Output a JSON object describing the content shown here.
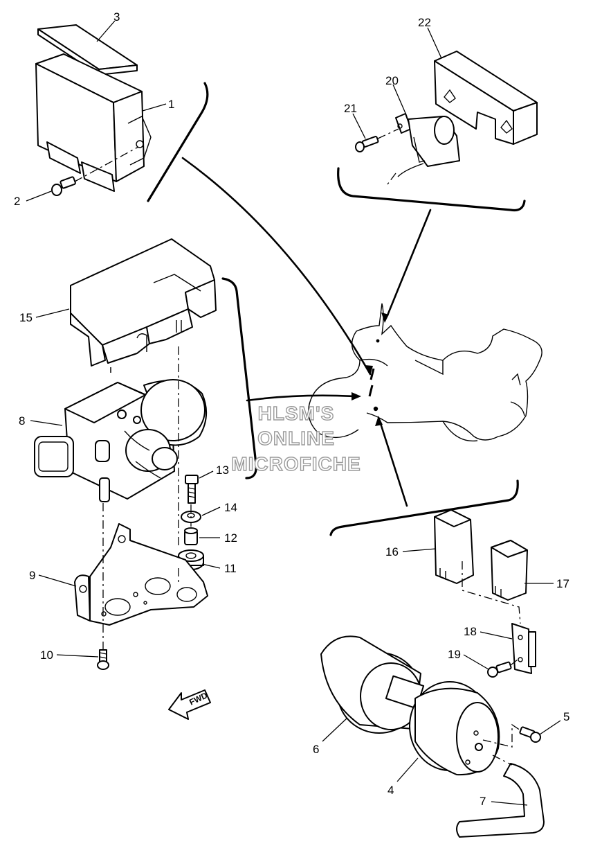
{
  "diagram": {
    "callouts": [
      {
        "num": "1"
      },
      {
        "num": "2"
      },
      {
        "num": "3"
      },
      {
        "num": "4"
      },
      {
        "num": "5"
      },
      {
        "num": "6"
      },
      {
        "num": "7"
      },
      {
        "num": "8"
      },
      {
        "num": "9"
      },
      {
        "num": "10"
      },
      {
        "num": "11"
      },
      {
        "num": "12"
      },
      {
        "num": "13"
      },
      {
        "num": "14"
      },
      {
        "num": "15"
      },
      {
        "num": "16"
      },
      {
        "num": "17"
      },
      {
        "num": "18"
      },
      {
        "num": "19"
      },
      {
        "num": "20"
      },
      {
        "num": "21"
      },
      {
        "num": "22"
      }
    ],
    "watermark": [
      "HLSM'S",
      "ONLINE",
      "MICROFICHE"
    ],
    "fwd_label": "FWD"
  }
}
